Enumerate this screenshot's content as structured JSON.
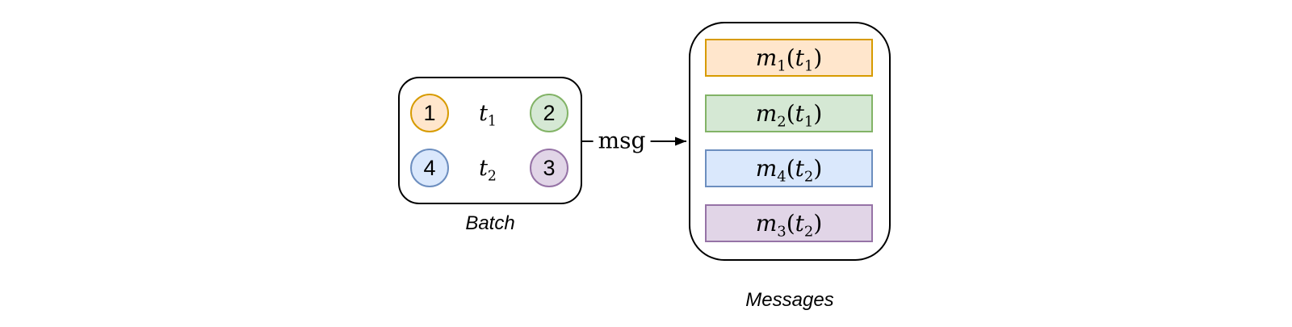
{
  "figure": {
    "background": "#ffffff",
    "outline_color": "#000000",
    "arrow_color": "#000000"
  },
  "batch": {
    "caption": "Batch",
    "nodes": [
      {
        "id": "1",
        "fill": "#FFE6CC",
        "stroke": "#D79B00"
      },
      {
        "id": "2",
        "fill": "#D5E8D4",
        "stroke": "#82B366"
      },
      {
        "id": "4",
        "fill": "#DAE8FC",
        "stroke": "#6C8EBF"
      },
      {
        "id": "3",
        "fill": "#E1D5E7",
        "stroke": "#9673A6"
      }
    ],
    "edges": [
      {
        "from": "1",
        "to": "2",
        "label_var": "t",
        "label_sub": "1"
      },
      {
        "from": "4",
        "to": "3",
        "label_var": "t",
        "label_sub": "2"
      }
    ]
  },
  "link": {
    "label": "msg"
  },
  "messages": {
    "caption": "Messages",
    "open_paren": "(",
    "close_paren": ")",
    "items": [
      {
        "var": "m",
        "var_sub": "1",
        "arg_var": "t",
        "arg_sub": "1",
        "fill": "#FFE6CC",
        "stroke": "#D79B00"
      },
      {
        "var": "m",
        "var_sub": "2",
        "arg_var": "t",
        "arg_sub": "1",
        "fill": "#D5E8D4",
        "stroke": "#82B366"
      },
      {
        "var": "m",
        "var_sub": "4",
        "arg_var": "t",
        "arg_sub": "2",
        "fill": "#DAE8FC",
        "stroke": "#6C8EBF"
      },
      {
        "var": "m",
        "var_sub": "3",
        "arg_var": "t",
        "arg_sub": "2",
        "fill": "#E1D5E7",
        "stroke": "#9673A6"
      }
    ]
  }
}
